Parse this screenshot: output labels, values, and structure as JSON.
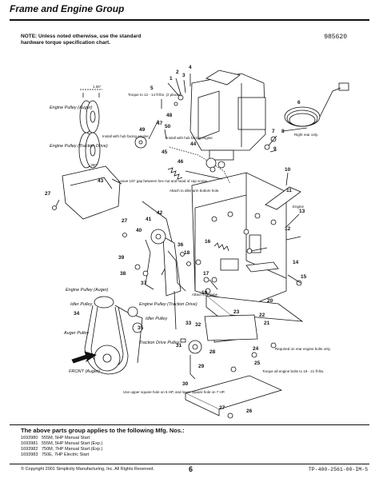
{
  "header": {
    "title": "Frame and Engine Group",
    "note": "NOTE: Unless noted otherwise, use the standard hardware torque specification chart.",
    "ref_number": "985620"
  },
  "diagram": {
    "callouts": {
      "c1": "1",
      "c2": "2",
      "c3": "3",
      "c4": "4",
      "c5": "5",
      "c6": "6",
      "c7": "7",
      "c8": "8",
      "c9": "9",
      "c10": "10",
      "c11": "11",
      "c12": "12",
      "c13": "13",
      "c14": "14",
      "c15": "15",
      "c16": "16",
      "c17": "17",
      "c18": "18",
      "c19": "19",
      "c20": "20",
      "c21": "21",
      "c22": "22",
      "c23": "23",
      "c24": "24",
      "c25": "25",
      "c26": "26",
      "c27": "27",
      "c28": "28",
      "c29": "29",
      "c30": "30",
      "c31": "31",
      "c32": "32",
      "c33": "33",
      "c34": "34",
      "c35": "35",
      "c36": "36",
      "c37": "37",
      "c38": "38",
      "c39": "39",
      "c40": "40",
      "c41": "41",
      "c42": "42",
      "c43": "43",
      "c44": "44",
      "c45": "45",
      "c46": "46",
      "c47": "47",
      "c48": "48",
      "c49": "49",
      "c50": "50"
    },
    "dims": {
      "d106": "1.06\"",
      "d350": ".350\""
    },
    "labels": {
      "engine_pulley_auger": "Engine Pulley (Auger)",
      "engine_pulley_traction": "Engine Pulley (Traction Drive)",
      "torque_12_14": "Torque to 12 - 14 ft-lbs. (2 places)",
      "install_hub_facing_engine_1": "Install with hub facing engine",
      "install_hub_facing_engine_2": "Install with hub facing engine",
      "right_rear_only": "Right rear only.",
      "leave_gap": "Leave 1/8\" gap between hex nut and head of cap screw.",
      "attach_to_idler_arm": "Attach to idler arm bottom hole.",
      "engine": "Engine",
      "attach_to_frame": "Attach to Frame",
      "engine_pulley_auger_2": "Engine Pulley (Auger)",
      "idler_pulley_1": "Idler Pulley",
      "engine_pulley_traction_2": "Engine Pulley (Traction Drive)",
      "idler_pulley_2": "Idler Pulley",
      "auger_pulley": "Auger Pulley",
      "traction_drive_pulley": "Traction Drive Pulley",
      "front_auger": "FRONT (Auger)",
      "required_rear_bolts": "Required on rear engine bolts only.",
      "torque_engine_bolts": "Torque all engine bolts to 19 - 21 ft-lbs.",
      "upper_holes": "Use upper square hole on 5 HP, and lower square hole on 7 HP."
    }
  },
  "applies": {
    "title": "The above parts group applies to the following Mfg. Nos.:",
    "rows": [
      {
        "no": "1693980",
        "desc": "555M, 5HP Manual Start"
      },
      {
        "no": "1693981",
        "desc": "555M, 5HP Manual Start (Exp.)"
      },
      {
        "no": "1693982",
        "desc": "750M, 7HP Manual Start (Exp.)"
      },
      {
        "no": "1693983",
        "desc": "750E, 7HP Electric Start"
      }
    ]
  },
  "footer": {
    "copyright": "© Copyright 2001 Simplicity Manufacturing, Inc. All Rights Reserved.",
    "page": "6",
    "doc_code": "TP-400-2561-00-IM-S"
  }
}
